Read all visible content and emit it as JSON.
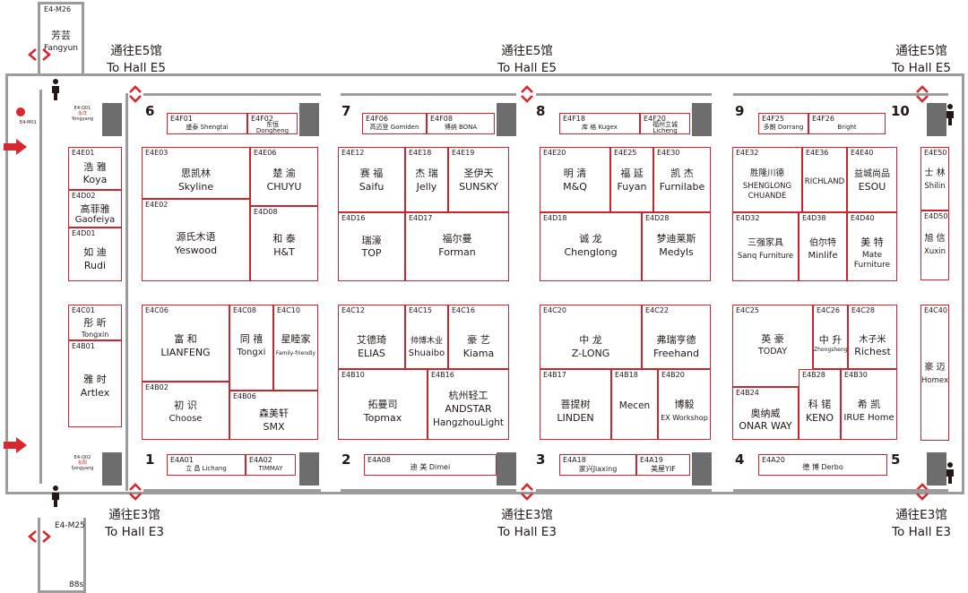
{
  "hall_labels": {
    "top_cn": "通往E5馆",
    "top_en": "To Hall E5",
    "bottom_cn": "通往E3馆",
    "bottom_en": "To Hall E3"
  },
  "sections": [
    "1",
    "2",
    "3",
    "4",
    "5",
    "6",
    "7",
    "8",
    "9",
    "10"
  ],
  "side_rooms": {
    "top_code": "E4-M26",
    "top_cn": "芳芸",
    "top_en": "Fangyun",
    "bottom_code": "E4-M25",
    "bottom_extra": "88s",
    "left_top_code": "E4-M01",
    "left_sign_top_code": "E4-Q01",
    "left_sign_top_cn": "永洋",
    "left_sign_top_en": "Yongyang",
    "left_sign_bottom_code": "E4-Q02",
    "left_sign_bottom_cn": "松阳",
    "left_sign_bottom_en": "Songyang"
  },
  "strips_top": [
    {
      "code": "E4F01",
      "name": "盛泰 Shengtai"
    },
    {
      "code": "E4F02",
      "name": "东恒",
      "name2": "Dongheng"
    },
    {
      "code": "E4F06",
      "name": "高迈登 Gomlden"
    },
    {
      "code": "E4F08",
      "name": "博纳 BONA"
    },
    {
      "code": "E4F18",
      "name": "库 格 Kugex"
    },
    {
      "code": "E4F20",
      "name": "福州立诚",
      "name2": "Licheng"
    },
    {
      "code": "E4F25",
      "name": "多朗 Dorrang"
    },
    {
      "code": "E4F26",
      "name": "Bright"
    }
  ],
  "strips_bottom": [
    {
      "code": "E4A01",
      "name": "立 昌 Lichang"
    },
    {
      "code": "E4A02",
      "name": "TIMMAY"
    },
    {
      "code": "E4A08",
      "name": "迪 美 Dimei"
    },
    {
      "code": "E4A18",
      "name": "家兴Jiaxing"
    },
    {
      "code": "E4A19",
      "name": "美屋YIF"
    },
    {
      "code": "E4A20",
      "name": "德 博 Derbo"
    }
  ],
  "booths": {
    "E4E01": {
      "code": "E4E01",
      "cn": "浩 雅",
      "en": "Koya"
    },
    "E4D02": {
      "code": "E4D02",
      "cn": "高菲雅",
      "en": "Gaofeiya"
    },
    "E4D01": {
      "code": "E4D01",
      "cn": "如 迪",
      "en": "Rudi"
    },
    "E4C01": {
      "code": "E4C01",
      "cn": "彤 昕",
      "en": "Tongxin"
    },
    "E4B01": {
      "code": "E4B01",
      "cn": "雅 时",
      "en": "Artlex"
    },
    "E4E03": {
      "code": "E4E03",
      "cn": "思凯林",
      "en": "Skyline"
    },
    "E4E06": {
      "code": "E4E06",
      "cn": "楚 渝",
      "en": "CHUYU"
    },
    "E4E02": {
      "code": "E4E02",
      "cn": "源氏木语",
      "en": "Yeswood"
    },
    "E4D08": {
      "code": "E4D08",
      "cn": "和 泰",
      "en": "H&T"
    },
    "E4C06": {
      "code": "E4C06",
      "cn": "富 和",
      "en": "LIANFENG"
    },
    "E4C08": {
      "code": "E4C08",
      "cn": "同 禧",
      "en": "Tongxi"
    },
    "E4C10": {
      "code": "E4C10",
      "cn": "星睦家",
      "en": "Family-friendly"
    },
    "E4B02": {
      "code": "E4B02",
      "cn": "初 识",
      "en": "Choose"
    },
    "E4B06": {
      "code": "E4B06",
      "cn": "森美轩",
      "en": "SMX"
    },
    "E4E12": {
      "code": "E4E12",
      "cn": "赛 福",
      "en": "Saifu"
    },
    "E4E18": {
      "code": "E4E18",
      "cn": "杰 瑞",
      "en": "Jelly"
    },
    "E4E19": {
      "code": "E4E19",
      "cn": "圣伊天",
      "en": "SUNSKY"
    },
    "E4D16": {
      "code": "E4D16",
      "cn": "瑞濠",
      "en": "TOP"
    },
    "E4D17": {
      "code": "E4D17",
      "cn": "福尔曼",
      "en": "Forman"
    },
    "E4C12": {
      "code": "E4C12",
      "cn": "艾德琦",
      "en": "ELIAS"
    },
    "E4C15": {
      "code": "E4C15",
      "cn": "帅博木业",
      "en": "Shuaibo"
    },
    "E4C16": {
      "code": "E4C16",
      "cn": "豪 艺",
      "en": "Kiama"
    },
    "E4B10": {
      "code": "E4B10",
      "cn": "拓曼司",
      "en": "Topmax"
    },
    "E4B16": {
      "code": "E4B16",
      "cn": "杭州轻工",
      "en": "ANDSTAR",
      "en2": "HangzhouLight"
    },
    "E4E20": {
      "code": "E4E20",
      "cn": "明 清",
      "en": "M&Q"
    },
    "E4E25": {
      "code": "E4E25",
      "cn": "福 延",
      "en": "Fuyan"
    },
    "E4E30": {
      "code": "E4E30",
      "cn": "凯 杰",
      "en": "Furnilabe"
    },
    "E4D18": {
      "code": "E4D18",
      "cn": "诚 龙",
      "en": "Chenglong"
    },
    "E4D28": {
      "code": "E4D28",
      "cn": "梦迪莱斯",
      "en": "Medyls"
    },
    "E4C20": {
      "code": "E4C20",
      "cn": "中 龙",
      "en": "Z-LONG"
    },
    "E4C22": {
      "code": "E4C22",
      "cn": "弗瑞亨德",
      "en": "Freehand"
    },
    "E4B17": {
      "code": "E4B17",
      "cn": "菩提树",
      "en": "LINDEN"
    },
    "E4B18": {
      "code": "E4B18",
      "cn": "",
      "en": "Mecen"
    },
    "E4B20": {
      "code": "E4B20",
      "cn": "博毅",
      "en": "EX Workshop"
    },
    "E4E32": {
      "code": "E4E32",
      "cn": "胜隆川德",
      "en": "SHENGLONG",
      "en2": "CHUANDE"
    },
    "E4E36": {
      "code": "E4E36",
      "cn": "",
      "en": "RICHLAND"
    },
    "E4E40": {
      "code": "E4E40",
      "cn": "益城尚品",
      "en": "ESOU"
    },
    "E4D32": {
      "code": "E4D32",
      "cn": "三强家具",
      "en": "Sanq Furniture"
    },
    "E4D38": {
      "code": "E4D38",
      "cn": "伯尔特",
      "en": "Minlife"
    },
    "E4D40": {
      "code": "E4D40",
      "cn": "美 特",
      "en": "Mate",
      "en2": "Furniture"
    },
    "E4C25": {
      "code": "E4C25",
      "cn": "英 豪",
      "en": "TODAY"
    },
    "E4C26": {
      "code": "E4C26",
      "cn": "中 升",
      "en": "Zhongsheng"
    },
    "E4C28": {
      "code": "E4C28",
      "cn": "木子米",
      "en": "Richest"
    },
    "E4B24": {
      "code": "E4B24",
      "cn": "奥纳威",
      "en": "ONAR WAY"
    },
    "E4B28": {
      "code": "E4B28",
      "cn": "科 锘",
      "en": "KENO"
    },
    "E4B30": {
      "code": "E4B30",
      "cn": "希 凯",
      "en": "IRUE Home"
    },
    "E4E50": {
      "code": "E4E50",
      "cn": "士 林",
      "en": "Shilin"
    },
    "E4D50": {
      "code": "E4D50",
      "cn": "旭 信",
      "en": "Xuxin"
    },
    "E4C40": {
      "code": "E4C40",
      "cn": "豪 迈",
      "en": "Homex"
    }
  },
  "colors": {
    "booth_border": "#c9252c",
    "wall": "#9c9c9c",
    "pillar": "#6d6d6d",
    "accent": "#d7282f"
  }
}
